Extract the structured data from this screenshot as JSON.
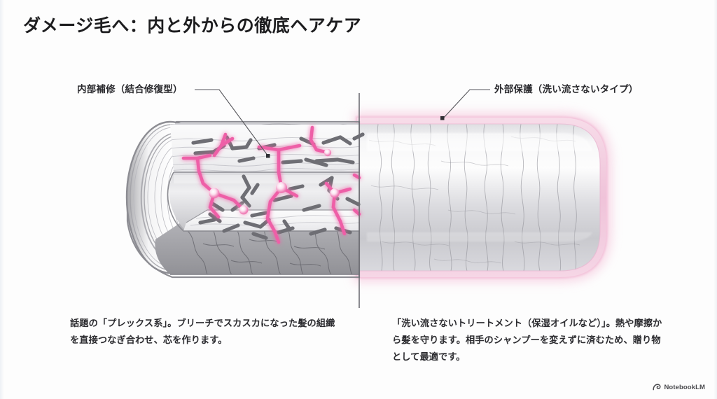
{
  "slide": {
    "title": "ダメージ毛へ：内と外からの徹底ヘアケア",
    "background_color": "#fdfdfd"
  },
  "callouts": [
    {
      "id": "internal-repair",
      "label": "内部補修（結合修復型）",
      "side": "left"
    },
    {
      "id": "external-protection",
      "label": "外部保護（洗い流さないタイプ）",
      "side": "right"
    }
  ],
  "captions": {
    "left": "話題の「プレックス系」。ブリーチでスカスカになった髪の組織を直接つなぎ合わせ、芯を作ります。",
    "right": "「洗い流さないトリートメント（保湿オイルなど）」。熱や摩擦から髪を守ります。相手のシャンプーを変えずに済むため、贈り物として最適です。"
  },
  "figure": {
    "description": "hair-shaft-cutaway-diagram",
    "left_half": "cutaway cortex showing pink repaired cross-link bonds and grey broken protein fragments",
    "right_half": "intact hair shaft sealed by a glowing pink leave-in coating",
    "divider": "vertical split line between internal and external care"
  },
  "colors": {
    "background": "#fdfdfd",
    "title_text": "#1d1d1f",
    "body_text": "#2c2c30",
    "cuticle_grey": "#9a9a9e",
    "cuticle_light": "#f2f2f3",
    "bond_pink": "#ee5fa7",
    "coating_pink": "#f2c6da",
    "fragment_grey": "#6e6e72",
    "leader_line": "#55555a"
  },
  "watermark": {
    "icon": "notebooklm-logo-icon",
    "label": "NotebookLM"
  }
}
